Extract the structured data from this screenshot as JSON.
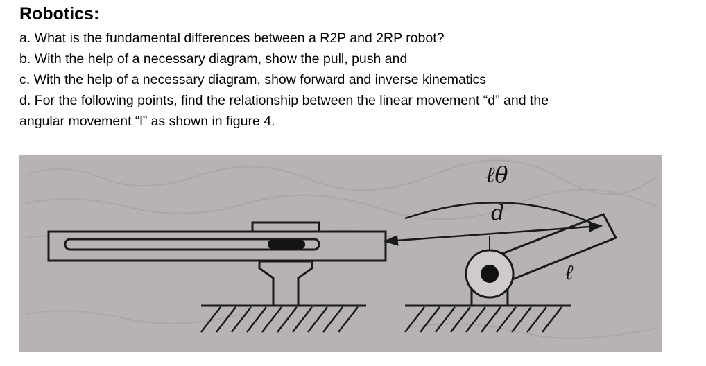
{
  "title": "Robotics:",
  "questions": [
    {
      "text": "a. What is the fundamental differences between a R2P and 2RP robot?"
    },
    {
      "text": "b. With the help of a necessary diagram, show the pull, push and"
    },
    {
      "text": "c. With the help of a necessary diagram, show forward and inverse kinematics"
    },
    {
      "text": "d. For the following points, find the relationship between the linear movement “d” and the"
    },
    {
      "text": "angular movement “l” as shown in figure 4."
    }
  ],
  "figure": {
    "label_arc": "ℓθ",
    "label_chord": "d",
    "label_arm": "ℓ",
    "colors": {
      "photo_bg": "#b7b3b5",
      "ink": "#1a1a1a",
      "ghost_text": "#a9a4a7"
    }
  }
}
